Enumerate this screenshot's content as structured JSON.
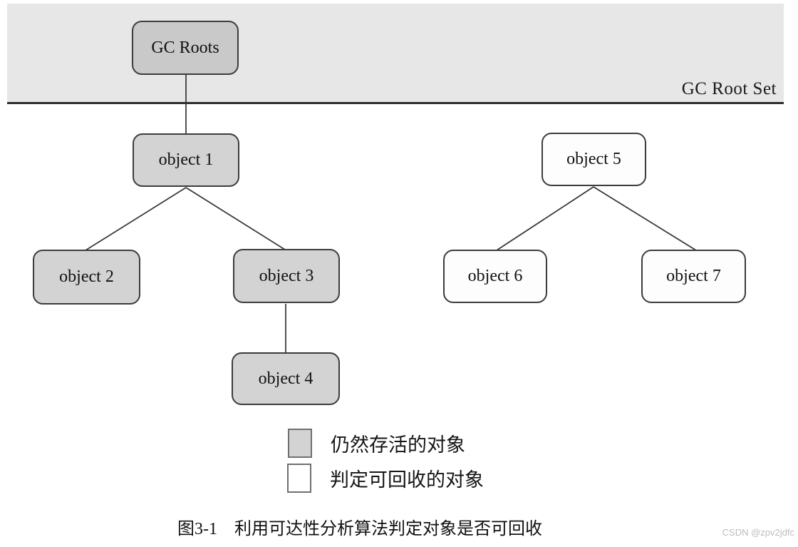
{
  "diagram": {
    "band_label": "GC Root Set",
    "nodes": {
      "gc_roots": {
        "label": "GC Roots",
        "state": "root"
      },
      "object_1": {
        "label": "object 1",
        "state": "alive"
      },
      "object_2": {
        "label": "object 2",
        "state": "alive"
      },
      "object_3": {
        "label": "object 3",
        "state": "alive"
      },
      "object_4": {
        "label": "object 4",
        "state": "alive"
      },
      "object_5": {
        "label": "object 5",
        "state": "recyclable"
      },
      "object_6": {
        "label": "object 6",
        "state": "recyclable"
      },
      "object_7": {
        "label": "object 7",
        "state": "recyclable"
      }
    },
    "edges": [
      [
        "gc_roots",
        "object_1"
      ],
      [
        "object_1",
        "object_2"
      ],
      [
        "object_1",
        "object_3"
      ],
      [
        "object_3",
        "object_4"
      ],
      [
        "object_5",
        "object_6"
      ],
      [
        "object_5",
        "object_7"
      ]
    ],
    "legend": [
      {
        "label": "仍然存活的对象",
        "swatch_color": "#d3d3d3"
      },
      {
        "label": "判定可回收的对象",
        "swatch_color": "#ffffff"
      }
    ],
    "caption": "图3-1　利用可达性分析算法判定对象是否可回收",
    "watermark": "CSDN @zpv2jdfc",
    "colors": {
      "band_fill": "#e7e7e7",
      "root_fill": "#c9c9c9",
      "alive_fill": "#d3d3d3",
      "recyclable_fill": "#ffffff",
      "edge": "#333333"
    }
  }
}
